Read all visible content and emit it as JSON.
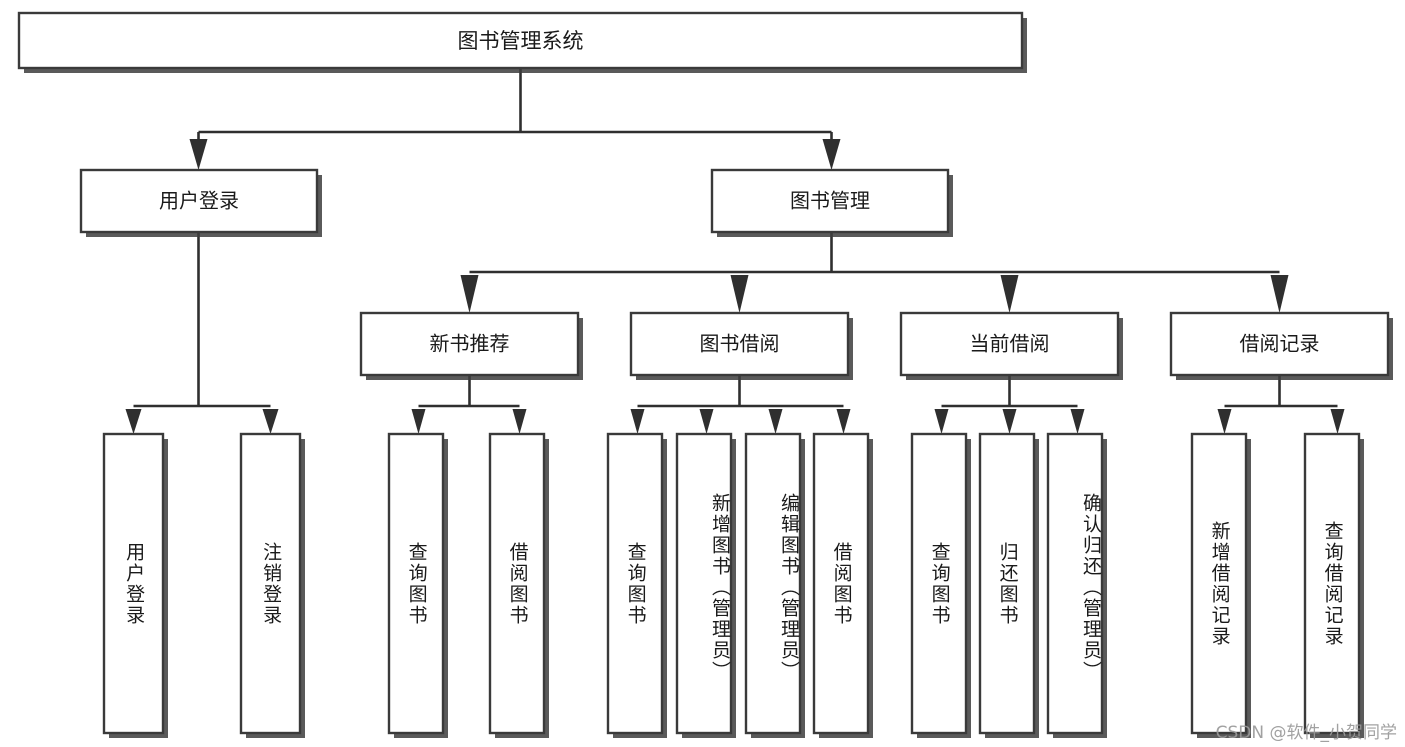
{
  "diagram": {
    "type": "tree-hierarchy-diagram",
    "title": "图书管理系统",
    "background_color": "#ffffff",
    "box_fill": "#ffffff",
    "box_stroke": "#3a3a3a",
    "connector_color": "#2f2f2f",
    "text_color": "#1a1a1a",
    "root": {
      "id": "root",
      "label": "图书管理系统",
      "orientation": "horizontal"
    },
    "level1": [
      {
        "id": "user-login",
        "label": "用户登录",
        "orientation": "horizontal"
      },
      {
        "id": "book-management",
        "label": "图书管理",
        "orientation": "horizontal"
      }
    ],
    "level2": [
      {
        "id": "new-book-recommend",
        "label": "新书推荐",
        "orientation": "horizontal",
        "parent": "book-management"
      },
      {
        "id": "book-borrow",
        "label": "图书借阅",
        "orientation": "horizontal",
        "parent": "book-management"
      },
      {
        "id": "current-borrow",
        "label": "当前借阅",
        "orientation": "horizontal",
        "parent": "book-management"
      },
      {
        "id": "borrow-record",
        "label": "借阅记录",
        "orientation": "horizontal",
        "parent": "book-management"
      }
    ],
    "leaves": [
      {
        "id": "leaf-user-login",
        "label": "用户登录",
        "parent": "user-login",
        "orientation": "vertical"
      },
      {
        "id": "leaf-logout-login",
        "label": "注销登录",
        "parent": "user-login",
        "orientation": "vertical"
      },
      {
        "id": "leaf-query-book-1",
        "label": "查询图书",
        "parent": "new-book-recommend",
        "orientation": "vertical"
      },
      {
        "id": "leaf-borrow-book-1",
        "label": "借阅图书",
        "parent": "new-book-recommend",
        "orientation": "vertical"
      },
      {
        "id": "leaf-query-book-2",
        "label": "查询图书",
        "parent": "book-borrow",
        "orientation": "vertical"
      },
      {
        "id": "leaf-add-book",
        "label": "新增图书（管理员）",
        "parent": "book-borrow",
        "orientation": "vertical"
      },
      {
        "id": "leaf-edit-book",
        "label": "编辑图书（管理员）",
        "parent": "book-borrow",
        "orientation": "vertical"
      },
      {
        "id": "leaf-borrow-book-2",
        "label": "借阅图书",
        "parent": "book-borrow",
        "orientation": "vertical"
      },
      {
        "id": "leaf-query-book-3",
        "label": "查询图书",
        "parent": "current-borrow",
        "orientation": "vertical"
      },
      {
        "id": "leaf-return-book",
        "label": "归还图书",
        "parent": "current-borrow",
        "orientation": "vertical"
      },
      {
        "id": "leaf-confirm-return",
        "label": "确认归还（管理员）",
        "parent": "current-borrow",
        "orientation": "vertical"
      },
      {
        "id": "leaf-add-record",
        "label": "新增借阅记录",
        "parent": "borrow-record",
        "orientation": "vertical"
      },
      {
        "id": "leaf-query-record",
        "label": "查询借阅记录",
        "parent": "borrow-record",
        "orientation": "vertical"
      }
    ]
  },
  "watermark": {
    "text": "CSDN @软件_小贺同学",
    "color": "#9a9a9a"
  }
}
